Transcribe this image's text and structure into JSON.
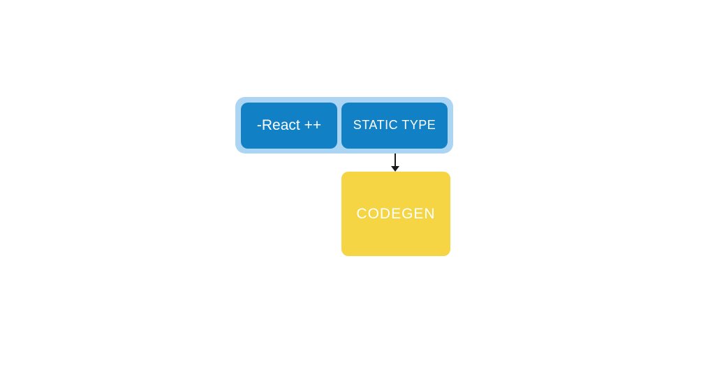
{
  "diagram": {
    "group": {
      "background_color": "#abd5f3",
      "nodes": [
        {
          "label": "-React ++",
          "background_color": "#1180c4",
          "text_color": "#ffffff"
        },
        {
          "label": "STATIC TYPE",
          "background_color": "#1180c4",
          "text_color": "#ffffff"
        }
      ]
    },
    "arrow": {
      "direction": "down",
      "color": "#1a1a1a",
      "from": "STATIC TYPE",
      "to": "CODEGEN"
    },
    "codegen_node": {
      "label": "CODEGEN",
      "background_color": "#f6d544",
      "text_color": "#ffffff"
    }
  }
}
